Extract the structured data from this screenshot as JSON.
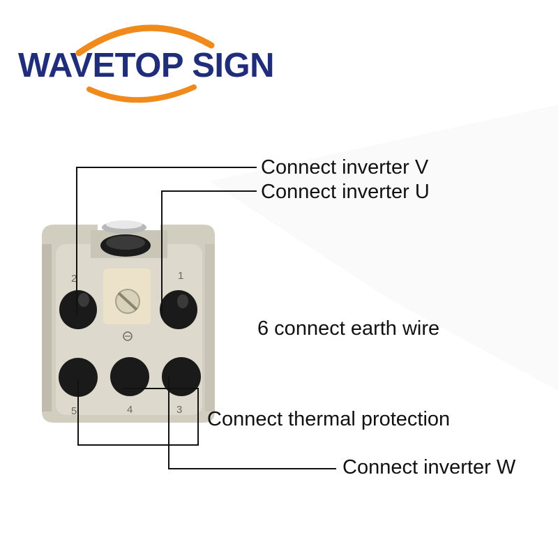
{
  "logo": {
    "text": "WAVETOP SIGN"
  },
  "labels": {
    "inverter_v": "Connect inverter V",
    "inverter_u": "Connect inverter U",
    "earth_wire": "6 connect earth wire",
    "thermal": "Connect thermal protection",
    "inverter_w": "Connect inverter W"
  },
  "pins": {
    "p1": "1",
    "p2": "2",
    "p3": "3",
    "p4": "4",
    "p5": "5"
  },
  "colors": {
    "logo_blue": "#1f2d7a",
    "logo_orange": "#f08a1c",
    "connector_body": "#d6d2c5",
    "line": "#111111"
  }
}
